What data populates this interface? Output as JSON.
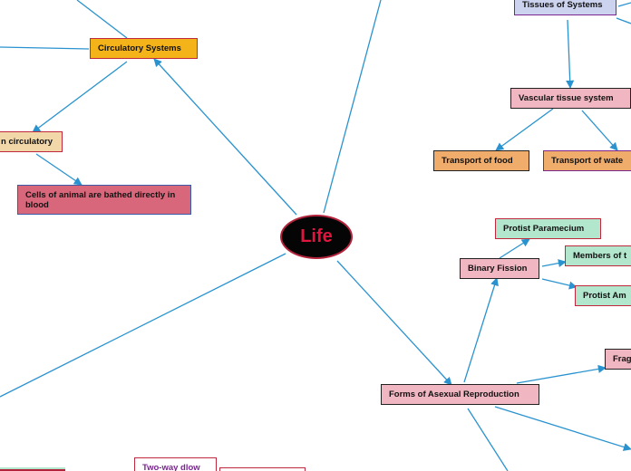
{
  "center": {
    "label": "Life"
  },
  "nodes": {
    "circulatory_systems": "Circulatory Systems",
    "open_circulatory": "n circulatory",
    "cells_bathed": "Cells of animal are bathed directly in blood",
    "tissues_of_systems": "Tissues of Systems",
    "vascular_tissue": "Vascular tissue system",
    "transport_food": "Transport of food",
    "transport_water": "Transport of wate",
    "binary_fission": "Binary Fission",
    "protist_paramecium": "Protist Paramecium",
    "members": "Members of t",
    "protist_amoeba": "Protist Am",
    "asexual_reproduction": "Forms of Asexual Reproduction",
    "fragmentation": "Frag",
    "two_way_flow": "Two-way dlow"
  },
  "colors": {
    "connector": "#2a93cf",
    "yellow": "#f5b31a",
    "peach": "#f2d7a9",
    "rose": "#d9677b",
    "lavender": "#ccd3ef",
    "pink": "#f0b6c1",
    "orange": "#f0ac6b",
    "mint": "#b2e6cd",
    "crimson": "#c0283e",
    "purple": "#7a2590"
  }
}
